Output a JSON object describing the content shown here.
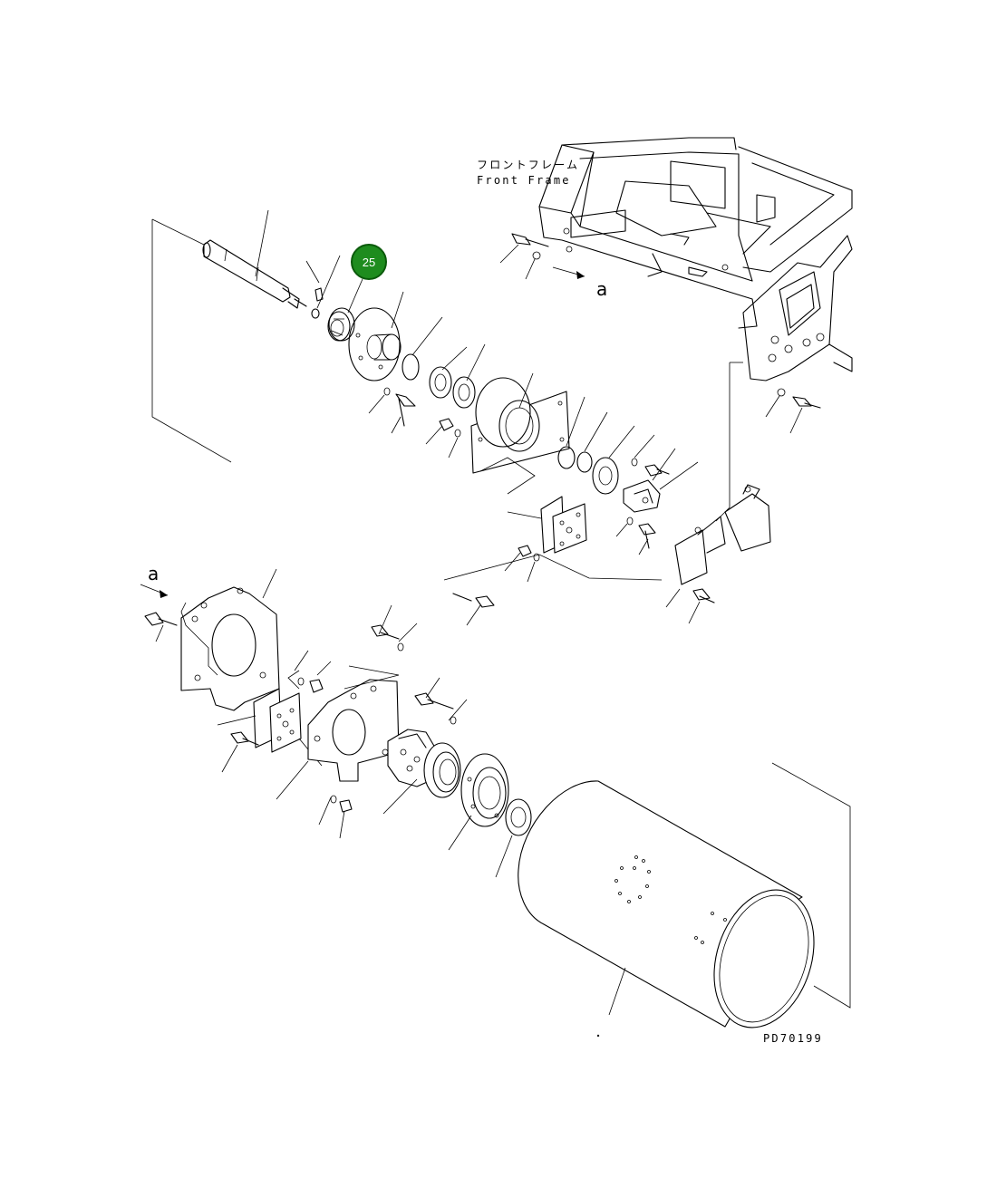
{
  "labels": {
    "frame_jp": "フロントフレーム",
    "frame_en": "Front Frame",
    "view_a_top": "a",
    "view_a_left": "a",
    "drawing_number": "PD70199"
  },
  "callout": {
    "number": "25",
    "fill": "#1e8c1e",
    "stroke": "#0b5a0b",
    "text_color": "#ffffff"
  }
}
